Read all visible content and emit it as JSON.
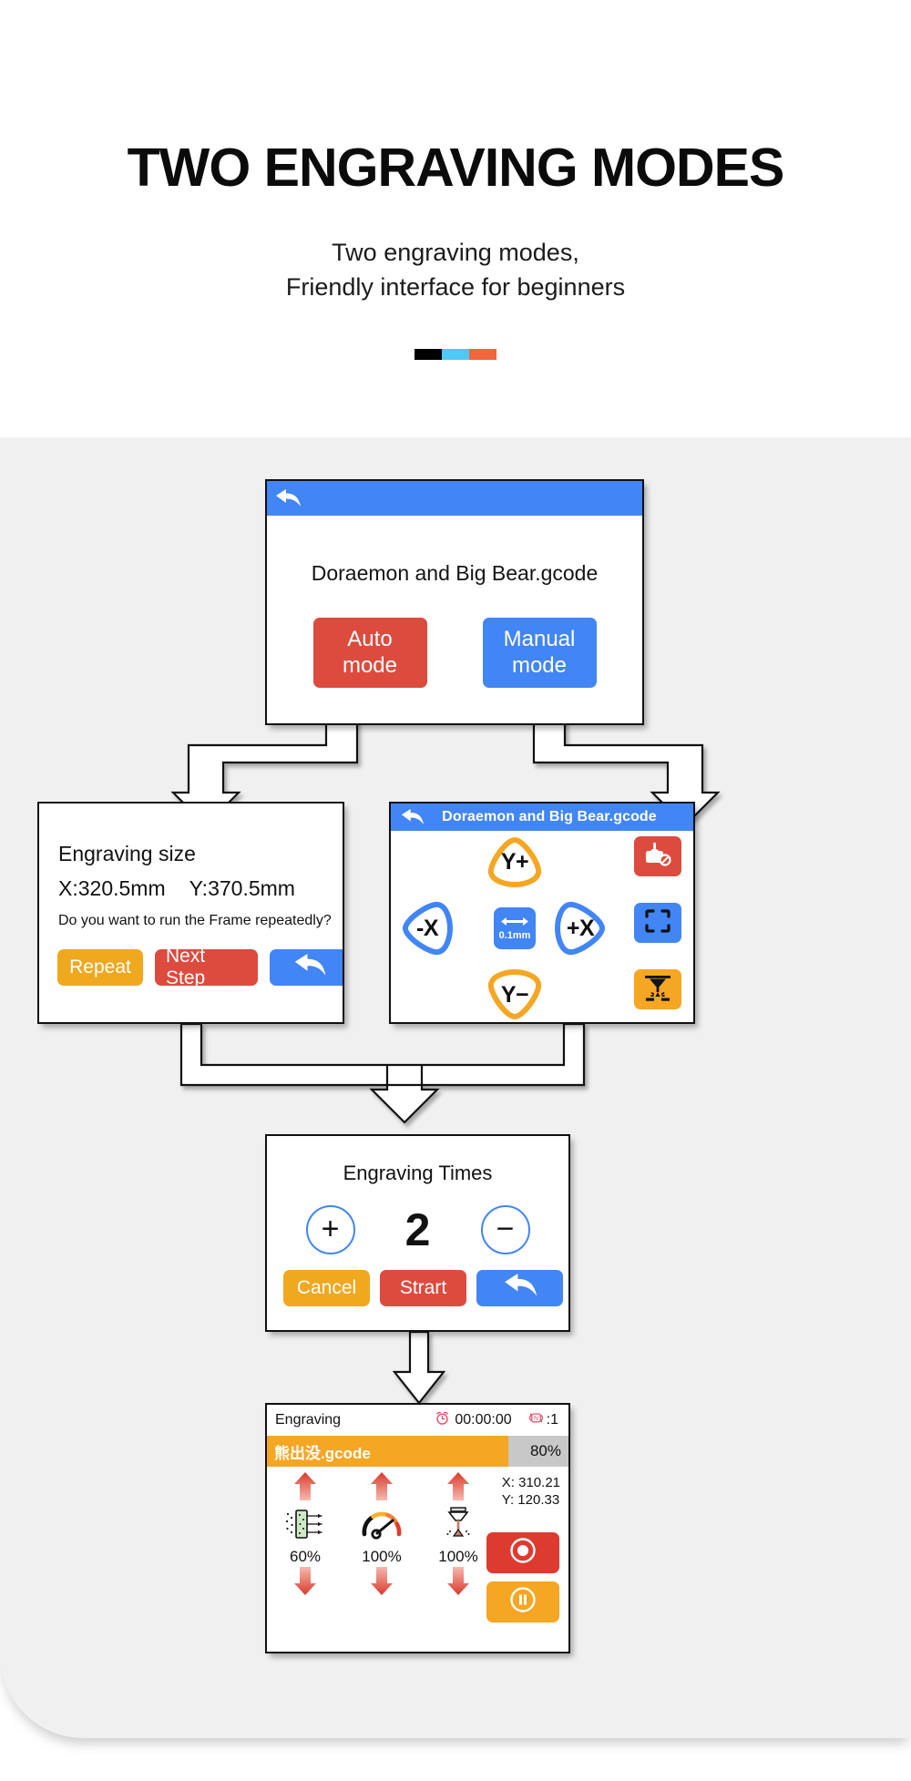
{
  "header": {
    "title": "TWO ENGRAVING MODES",
    "subtitle_line1": "Two engraving modes,",
    "subtitle_line2": "Friendly interface for beginners",
    "divider_colors": [
      "#000000",
      "#4ec9f5",
      "#f2653d"
    ]
  },
  "colors": {
    "blue": "#4285f4",
    "red": "#dd4b3e",
    "amber": "#f0a81e",
    "orange": "#f5a623",
    "stage_gray": "#f0f0f0",
    "progress_track": "#c8c8c8"
  },
  "screens": {
    "mode_select": {
      "back_icon": "back-arrow-icon",
      "filename": "Doraemon and Big Bear.gcode",
      "auto_button": "Auto\nmode",
      "manual_button": "Manual\nmode"
    },
    "engraving_size": {
      "title": "Engraving size",
      "x_value": "X:320.5mm",
      "y_value": "Y:370.5mm",
      "question": "Do you want to run the Frame repeatedly?",
      "repeat_button": "Repeat",
      "next_button": "Next Step",
      "back_button_icon": "back-arrow-icon"
    },
    "manual_jog": {
      "back_icon": "back-arrow-icon",
      "title": "Doraemon and Big Bear.gcode",
      "y_plus": "Y+",
      "y_minus": "Y−",
      "x_minus": "-X",
      "x_plus": "+X",
      "step_size": "0.1mm",
      "step_icon": "double-arrow-icon",
      "laser_off_icon": "laser-off-icon",
      "frame_icon": "frame-bracket-icon",
      "engrave_icon": "laser-engrave-icon"
    },
    "engraving_times": {
      "title": "Engraving Times",
      "plus": "+",
      "minus": "−",
      "count": "2",
      "cancel_button": "Cancel",
      "start_button": "Strart",
      "back_button_icon": "back-arrow-icon"
    },
    "engraving_run": {
      "status_label": "Engraving",
      "timer_icon": "alarm-clock-icon",
      "timer": "00:00:00",
      "loop_icon": "loop-repeat-icon",
      "loop_count": ":1",
      "file_name": "熊出没.gcode",
      "progress_percent": "80%",
      "progress_value": 80,
      "coord_x": "X: 310.21",
      "coord_y": "Y: 120.33",
      "controls": [
        {
          "icon": "air-assist-icon",
          "value": "60%"
        },
        {
          "icon": "speed-gauge-icon",
          "value": "100%"
        },
        {
          "icon": "laser-power-icon",
          "value": "100%"
        }
      ],
      "stop_button_icon": "stop-record-icon",
      "pause_button_icon": "pause-icon",
      "up_arrow_icon": "increase-arrow-icon",
      "down_arrow_icon": "decrease-arrow-icon"
    }
  }
}
